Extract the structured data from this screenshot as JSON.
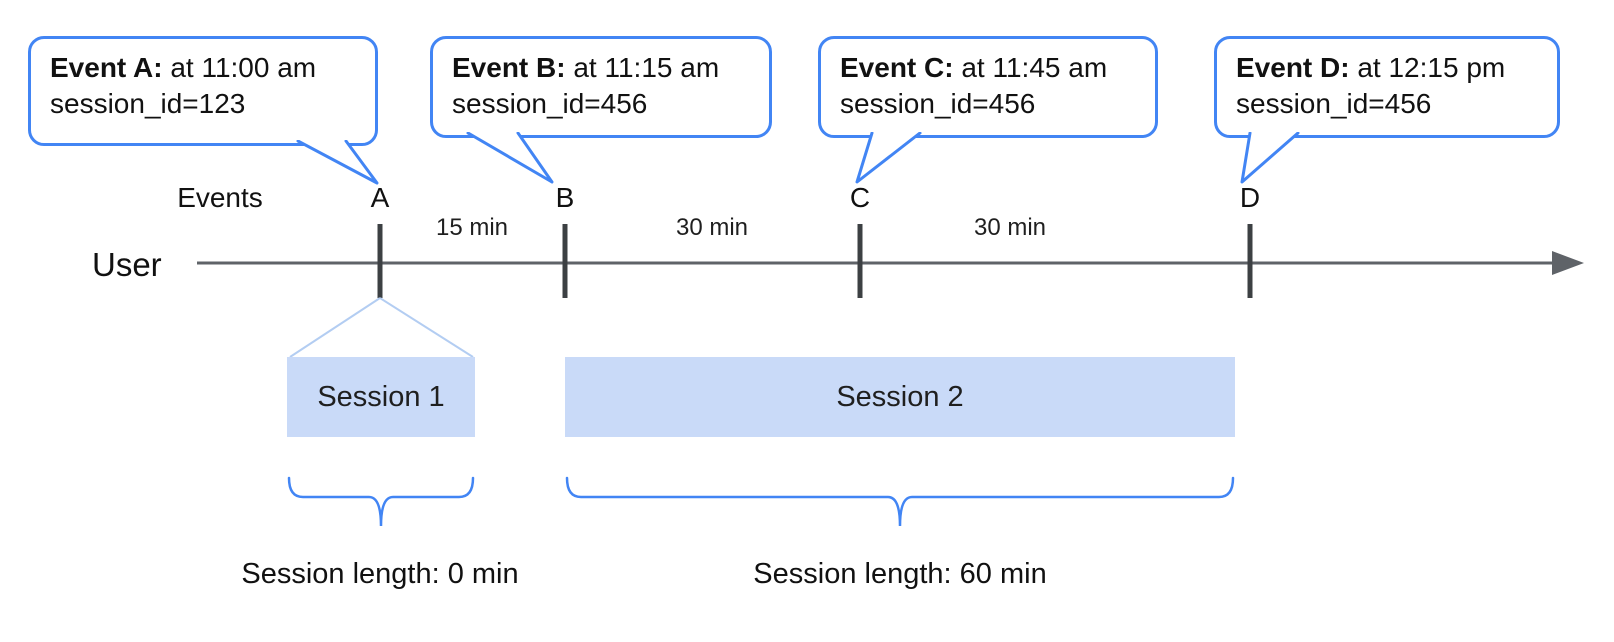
{
  "diagram": {
    "bubbles": [
      {
        "title": "Event A:",
        "time": " at 11:00 am",
        "session": "session_id=123"
      },
      {
        "title": "Event B:",
        "time": " at 11:15 am",
        "session": "session_id=456"
      },
      {
        "title": "Event C:",
        "time": " at 11:45 am",
        "session": "session_id=456"
      },
      {
        "title": "Event D:",
        "time": " at 12:15 pm",
        "session": "session_id=456"
      }
    ],
    "events_label": "Events",
    "event_markers": [
      "A",
      "B",
      "C",
      "D"
    ],
    "user_label": "User",
    "gaps": [
      "15 min",
      "30 min",
      "30 min"
    ],
    "sessions": [
      {
        "label": "Session 1",
        "length_label": "Session length: 0 min"
      },
      {
        "label": "Session 2",
        "length_label": "Session length: 60 min"
      }
    ],
    "colors": {
      "bubble_border": "#4285f4",
      "session_fill": "#c9daf8",
      "timeline": "#5f6368",
      "tick": "#3c4043",
      "brace": "#4285f4",
      "funnel": "#b3cdf2",
      "text": "#111111"
    }
  }
}
